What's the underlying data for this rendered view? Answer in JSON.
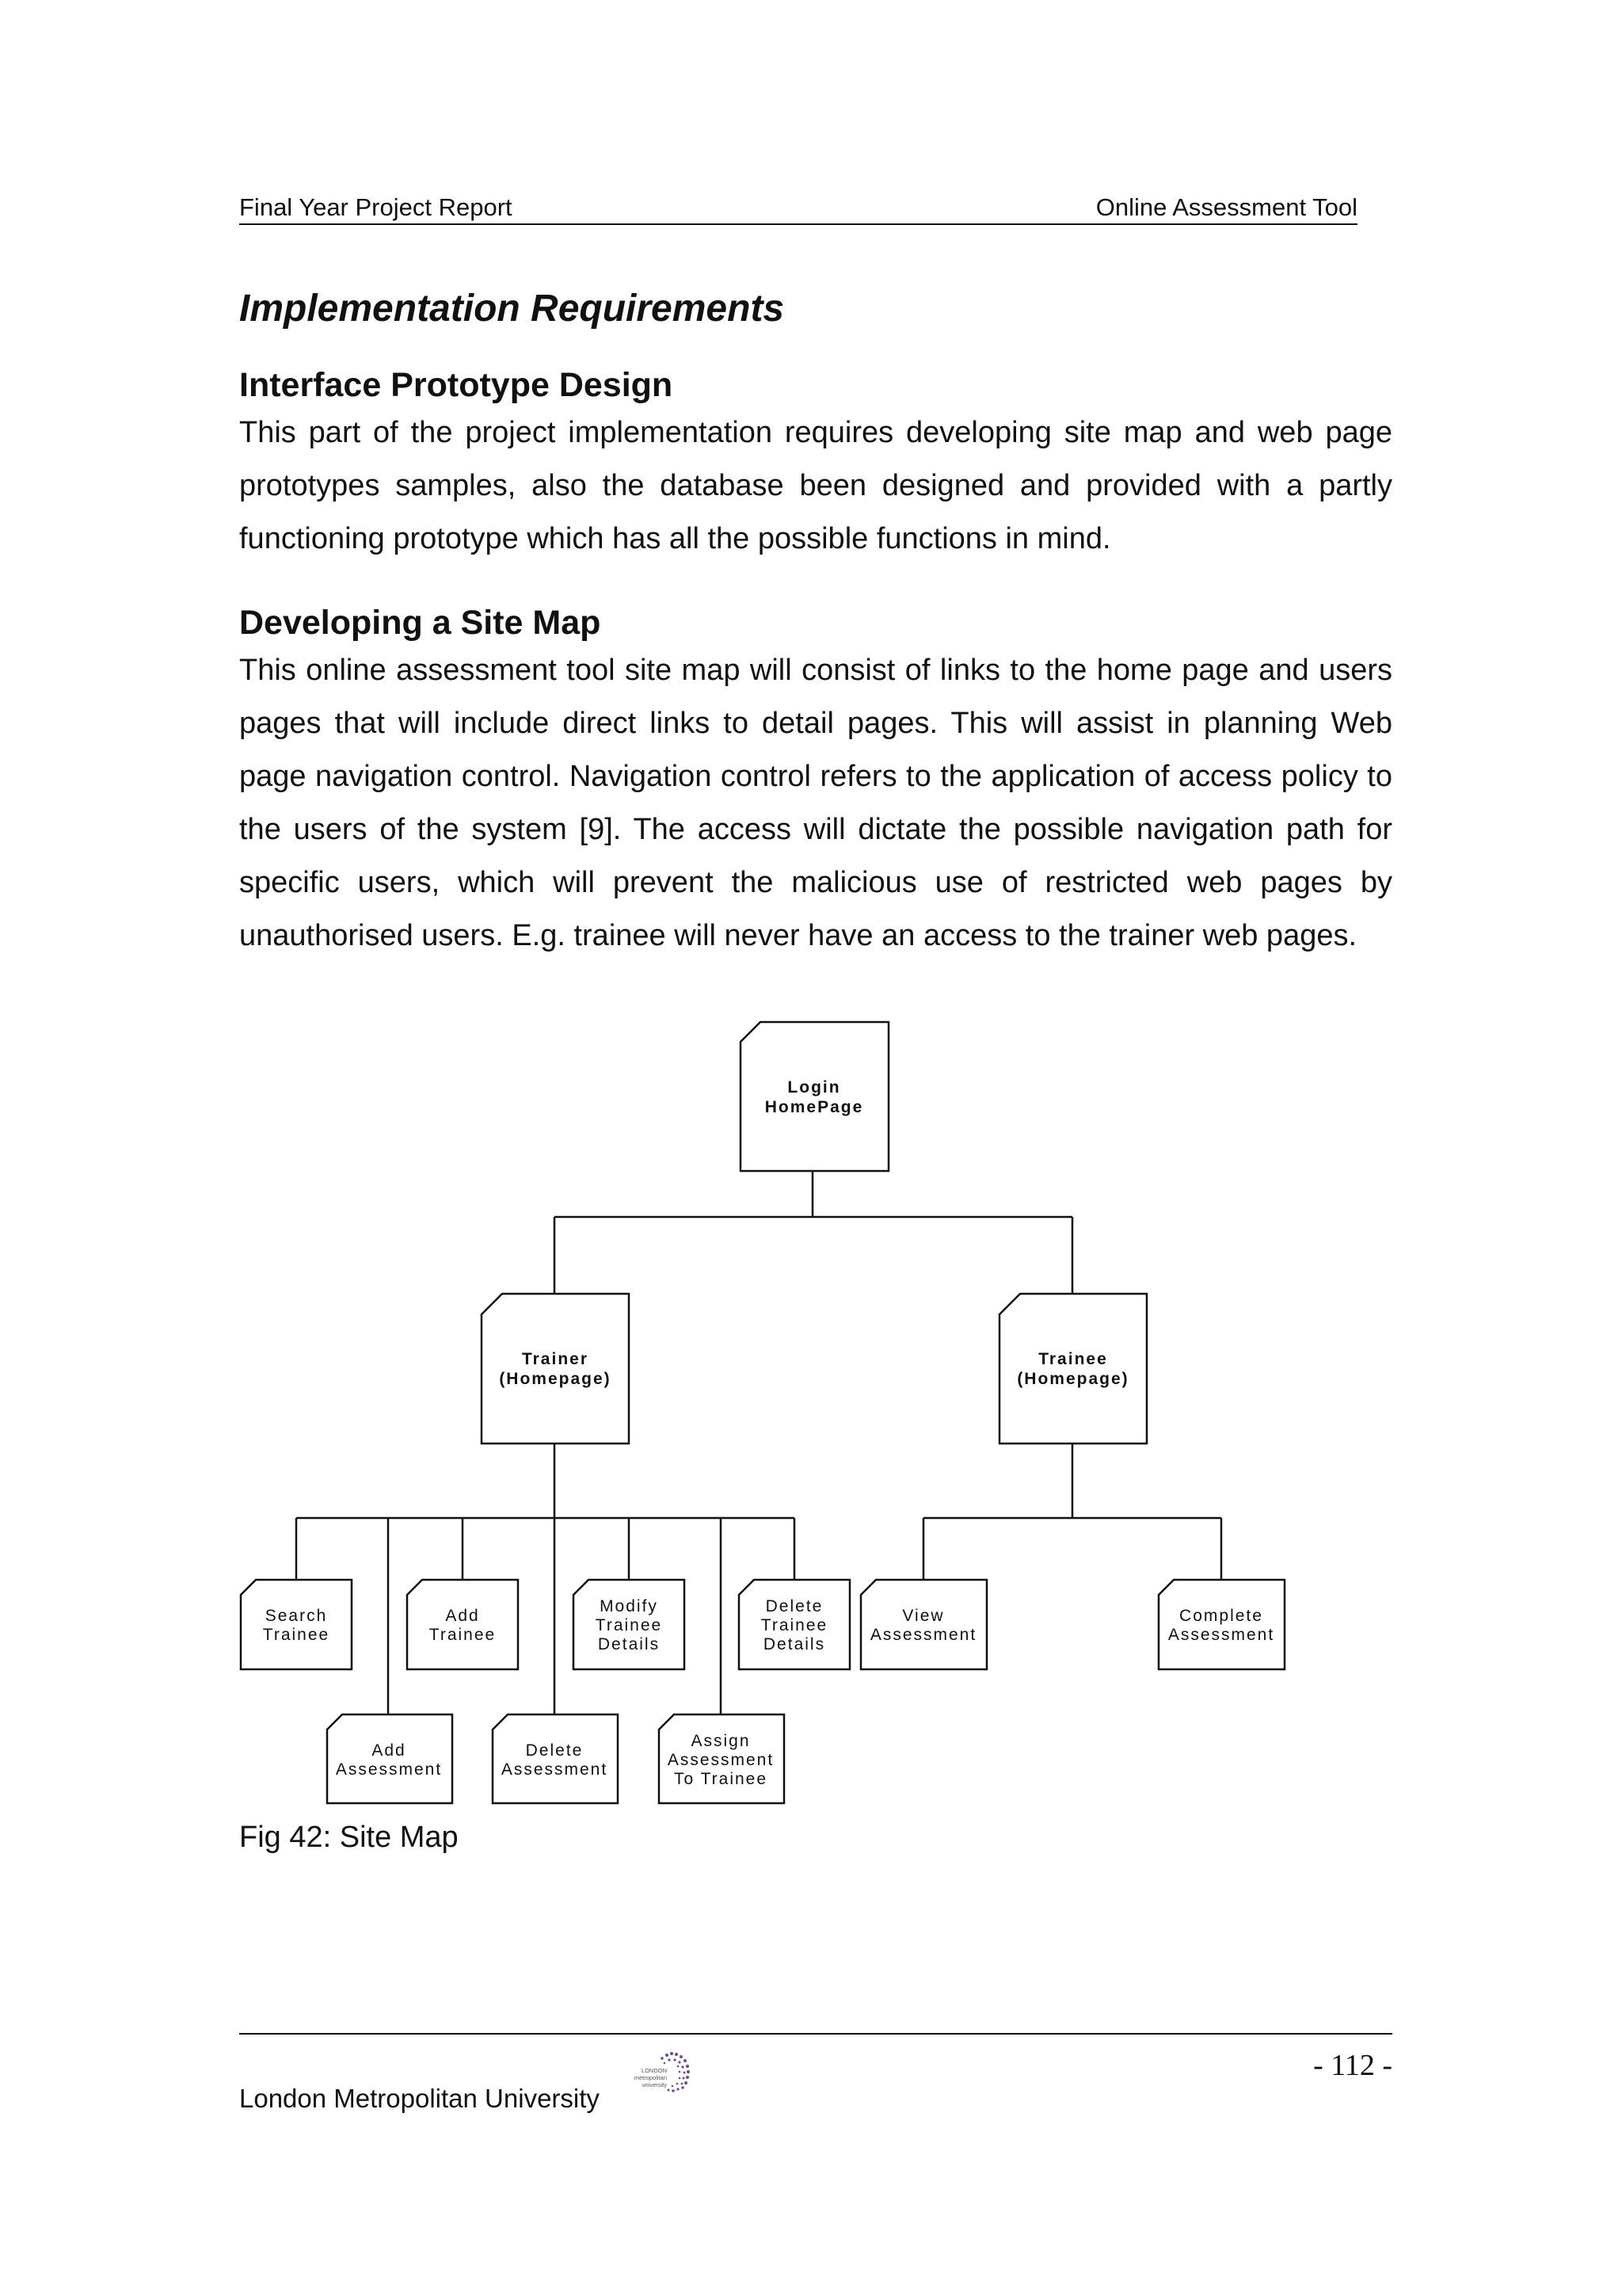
{
  "header": {
    "left": "Final Year Project Report",
    "right": "Online Assessment Tool"
  },
  "section_title": "Implementation Requirements",
  "subsections": [
    {
      "heading": "Interface Prototype Design",
      "body": "This part of the project implementation requires developing site map and web page prototypes samples, also the database been designed and provided with a partly functioning prototype which has all the possible functions in mind."
    },
    {
      "heading": "Developing a Site Map",
      "body": "This online assessment tool site map will consist of links to the home page and users pages that will include direct links to detail pages. This will assist in planning Web page navigation control. Navigation control refers to the application of access policy to the users of the system [9]. The access will dictate the possible navigation path for specific users, which will prevent the malicious use of restricted web pages by unauthorised users. E.g. trainee will never have an access to the trainer web pages."
    }
  ],
  "site_map": {
    "root": [
      "Login",
      "HomePage"
    ],
    "trainer_home": [
      "Trainer",
      "(Homepage)"
    ],
    "trainee_home": [
      "Trainee",
      "(Homepage)"
    ],
    "search_trainee": [
      "Search",
      "Trainee"
    ],
    "add_trainee": [
      "Add",
      "Trainee"
    ],
    "modify_trainee_details": [
      "Modify",
      "Trainee",
      "Details"
    ],
    "delete_trainee_details": [
      "Delete",
      "Trainee",
      "Details"
    ],
    "add_assessment": [
      "Add",
      "Assessment"
    ],
    "delete_assessment": [
      "Delete",
      "Assessment"
    ],
    "assign_assessment": [
      "Assign",
      "Assessment",
      "To Trainee"
    ],
    "view_assessment": [
      "View",
      "Assessment"
    ],
    "complete_assessment": [
      "Complete",
      "Assessment"
    ]
  },
  "caption": "Fig 42: Site Map",
  "footer": {
    "university": "London Metropolitan University",
    "page_number": "- 112 -",
    "logo_text": [
      "LONDON",
      "metropolitan",
      "university"
    ]
  }
}
